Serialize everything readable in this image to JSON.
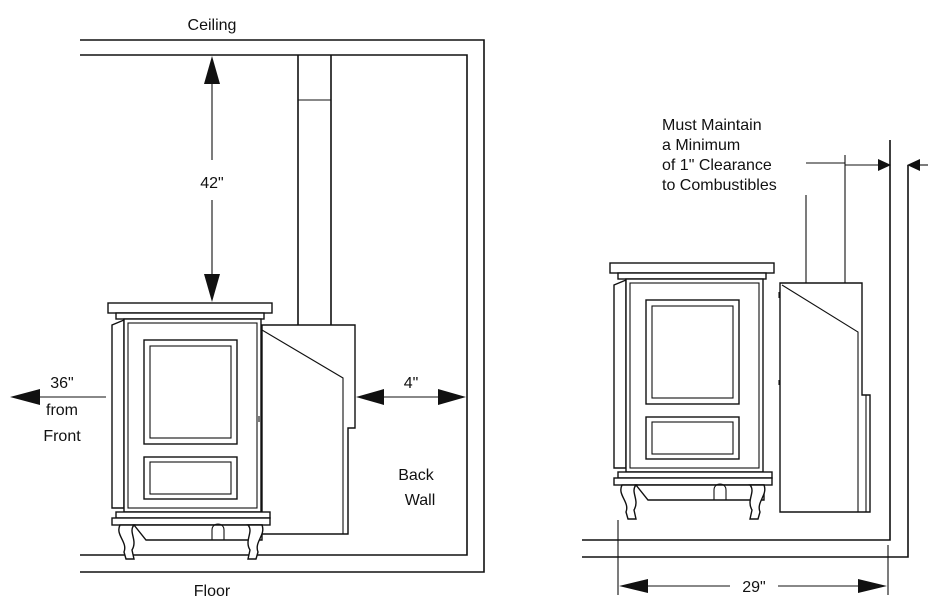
{
  "left_diagram": {
    "ceiling_label": "Ceiling",
    "floor_label": "Floor",
    "top_clearance": "42\"",
    "front_clearance_value": "36\"",
    "front_clearance_from": "from",
    "front_clearance_front": "Front",
    "back_clearance": "4\"",
    "back_wall_line1": "Back",
    "back_wall_line2": "Wall"
  },
  "right_diagram": {
    "note_line1": "Must Maintain",
    "note_line2": "a Minimum",
    "note_line3": "of 1\" Clearance",
    "note_line4": "to Combustibles",
    "width_dimension": "29\""
  }
}
